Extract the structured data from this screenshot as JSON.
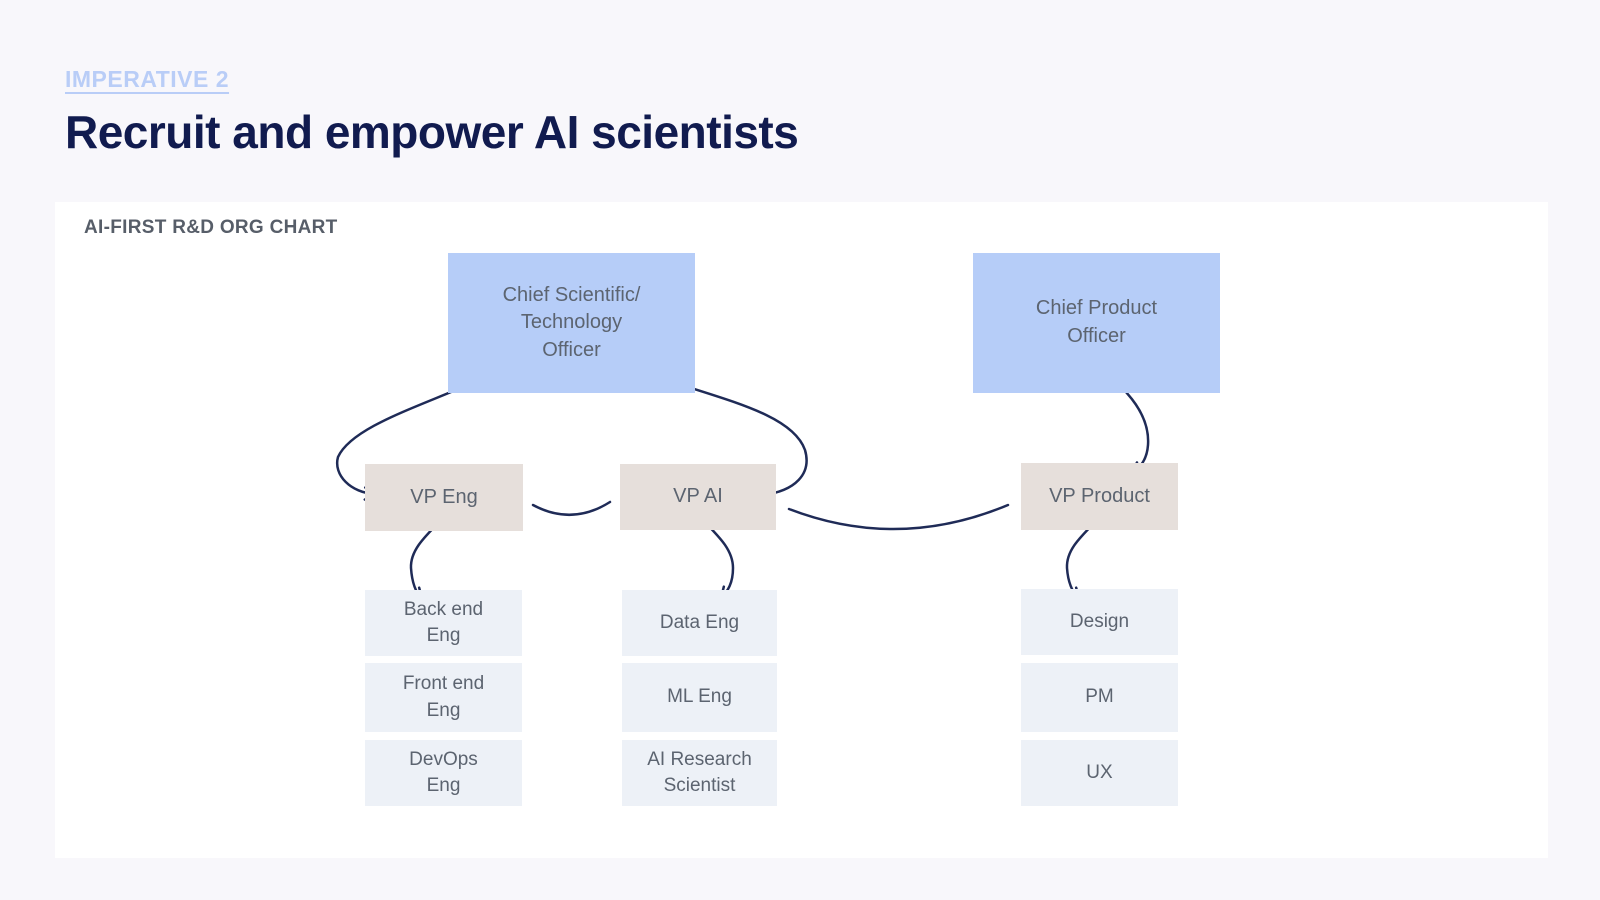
{
  "header": {
    "eyebrow": "IMPERATIVE 2",
    "title": "Recruit and empower AI scientists"
  },
  "org_chart": {
    "label": "AI-FIRST R&D ORG CHART",
    "executives": [
      {
        "id": "csto",
        "label": "Chief Scientific/\nTechnology\nOfficer"
      },
      {
        "id": "cpo",
        "label": "Chief Product\nOfficer"
      }
    ],
    "vps": [
      {
        "id": "vp-eng",
        "label": "VP Eng"
      },
      {
        "id": "vp-ai",
        "label": "VP AI"
      },
      {
        "id": "vp-product",
        "label": "VP Product"
      }
    ],
    "teams": [
      {
        "vp": "VP Eng",
        "roles": [
          "Back end\nEng",
          "Front end\nEng",
          "DevOps\nEng"
        ]
      },
      {
        "vp": "VP AI",
        "roles": [
          "Data Eng",
          "ML Eng",
          "AI Research\nScientist"
        ]
      },
      {
        "vp": "VP Product",
        "roles": [
          "Design",
          "PM",
          "UX"
        ]
      }
    ],
    "connections": [
      {
        "from": "Chief Scientific/Technology Officer",
        "to": "VP Eng",
        "style": "arrow"
      },
      {
        "from": "Chief Scientific/Technology Officer",
        "to": "VP AI",
        "style": "arrow"
      },
      {
        "from": "Chief Product Officer",
        "to": "VP Product",
        "style": "arrow"
      },
      {
        "from": "VP Eng",
        "to": "VP AI",
        "style": "line"
      },
      {
        "from": "VP AI",
        "to": "VP Product",
        "style": "line"
      },
      {
        "from": "VP Eng",
        "to": "Back end Eng",
        "style": "arrow"
      },
      {
        "from": "VP AI",
        "to": "Data Eng",
        "style": "arrow"
      },
      {
        "from": "VP Product",
        "to": "Design",
        "style": "arrow"
      }
    ]
  },
  "colors": {
    "page_background": "#f8f7fb",
    "card_background": "#ffffff",
    "eyebrow": "#b9cdf7",
    "title": "#111b4f",
    "chart_label": "#575e69",
    "executive_box": "#b6cdf8",
    "vp_box": "#e6dfdb",
    "team_box": "#edf1f7",
    "box_text": "#5c6470",
    "connector": "#1f2b57"
  }
}
